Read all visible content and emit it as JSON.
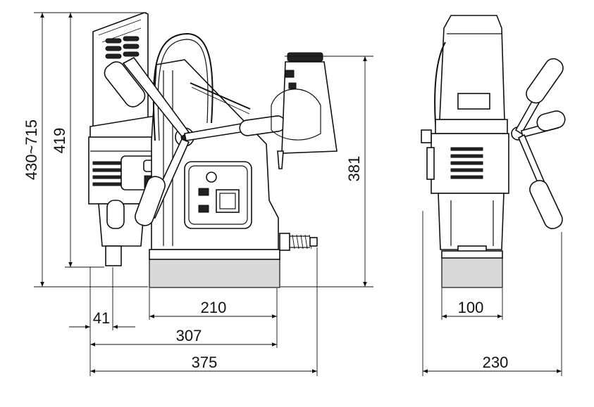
{
  "dimensions": {
    "height_range": "430~715",
    "height_motor": "419",
    "height_column": "381",
    "offset_spindle": "41",
    "base_length": "210",
    "length_mid": "307",
    "length_total": "375",
    "base_width": "100",
    "width_total": "230"
  }
}
